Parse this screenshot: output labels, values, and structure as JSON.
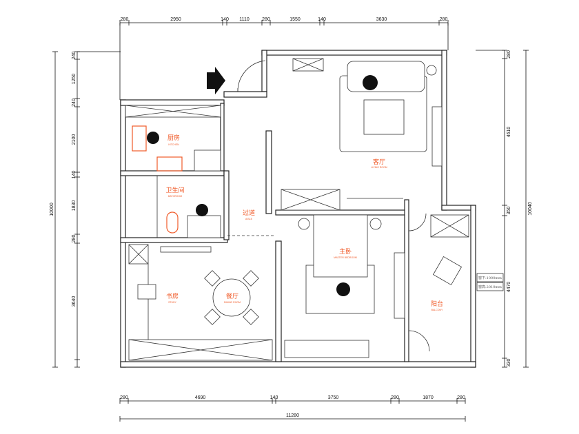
{
  "dimensions": {
    "top": [
      "280",
      "2950",
      "140",
      "1110",
      "280",
      "1550",
      "140",
      "3630",
      "280"
    ],
    "left": [
      "240",
      "1250",
      "240",
      "2100",
      "140",
      "1830",
      "280",
      "3640"
    ],
    "left_total": "10000",
    "right": [
      "280",
      "4610",
      "350",
      "4470",
      "330"
    ],
    "right_total": "10040",
    "bottom": [
      "280",
      "4690",
      "140",
      "3750",
      "280",
      "1870",
      "280"
    ],
    "bottom_total": "11280"
  },
  "rooms": {
    "kitchen": {
      "cn": "厨房",
      "en": "KITCHEN"
    },
    "bathroom": {
      "cn": "卫生间",
      "en": "BATHROOM"
    },
    "aisle": {
      "cn": "过道",
      "en": "AISLE"
    },
    "living": {
      "cn": "客厅",
      "en": "LIVING ROOM"
    },
    "master": {
      "cn": "主卧",
      "en": "MASTER BEDROOM"
    },
    "study": {
      "cn": "书房",
      "en": "STUDY"
    },
    "dining": {
      "cn": "餐厅",
      "en": "DINING ROOM"
    },
    "balcony": {
      "cn": "阳台",
      "en": "BALCONY"
    }
  },
  "window_note": {
    "sill": "窗下:1000mm",
    "height": "窗高:2010mm"
  },
  "colors": {
    "accent": "#f05a28",
    "line": "#222222"
  }
}
